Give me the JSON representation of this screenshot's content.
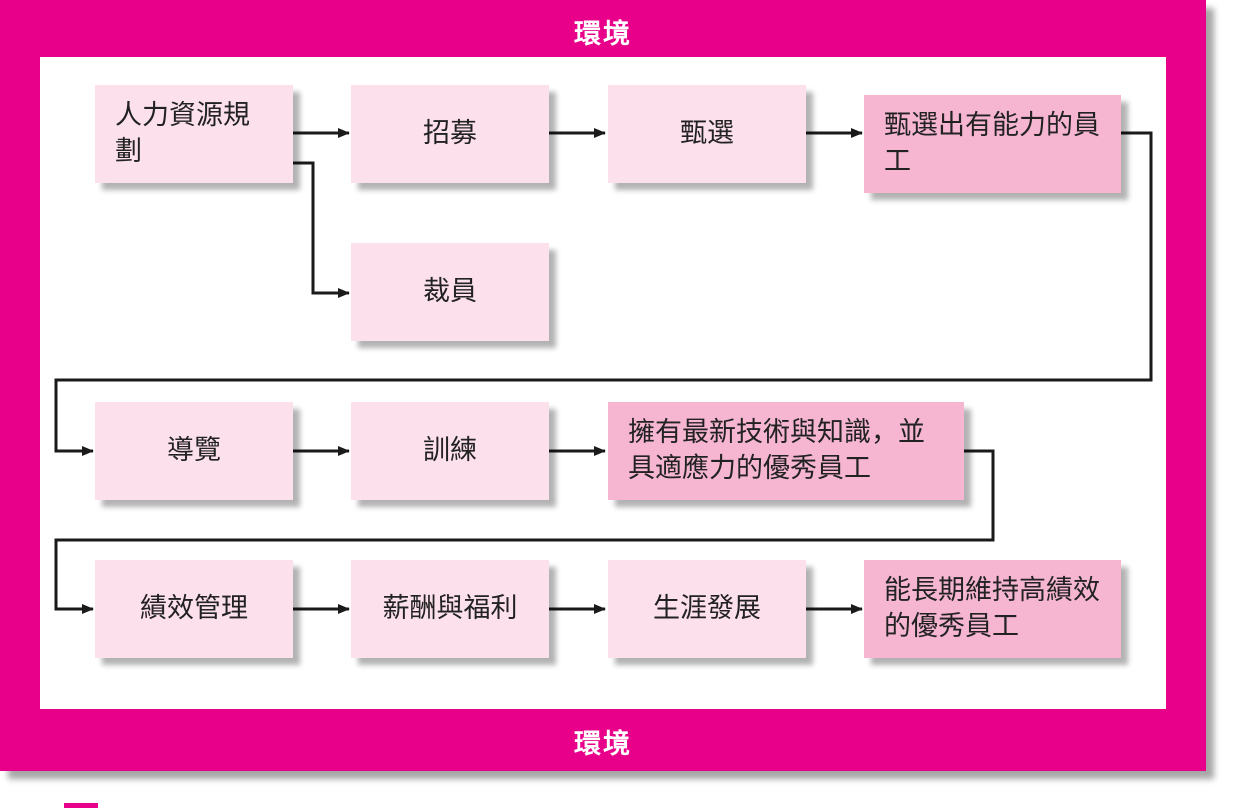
{
  "environment": {
    "top_label": "環境",
    "bottom_label": "環境"
  },
  "nodes": {
    "hr_planning": "人力資源規劃",
    "recruitment": "招募",
    "selection": "甄選",
    "competent_employees": "甄選出有能力的員工",
    "layoff": "裁員",
    "orientation": "導覽",
    "training": "訓練",
    "skilled_employees": "擁有最新技術與知識，並具適應力的優秀員工",
    "performance_management": "績效管理",
    "compensation_benefits": "薪酬與福利",
    "career_development": "生涯發展",
    "high_performing_employees": "能長期維持高績效的優秀員工"
  },
  "colors": {
    "frame": "#e8008a",
    "step_box": "#fce0ec",
    "outcome_box": "#f6b6d2",
    "arrow": "#1a1a1a"
  }
}
